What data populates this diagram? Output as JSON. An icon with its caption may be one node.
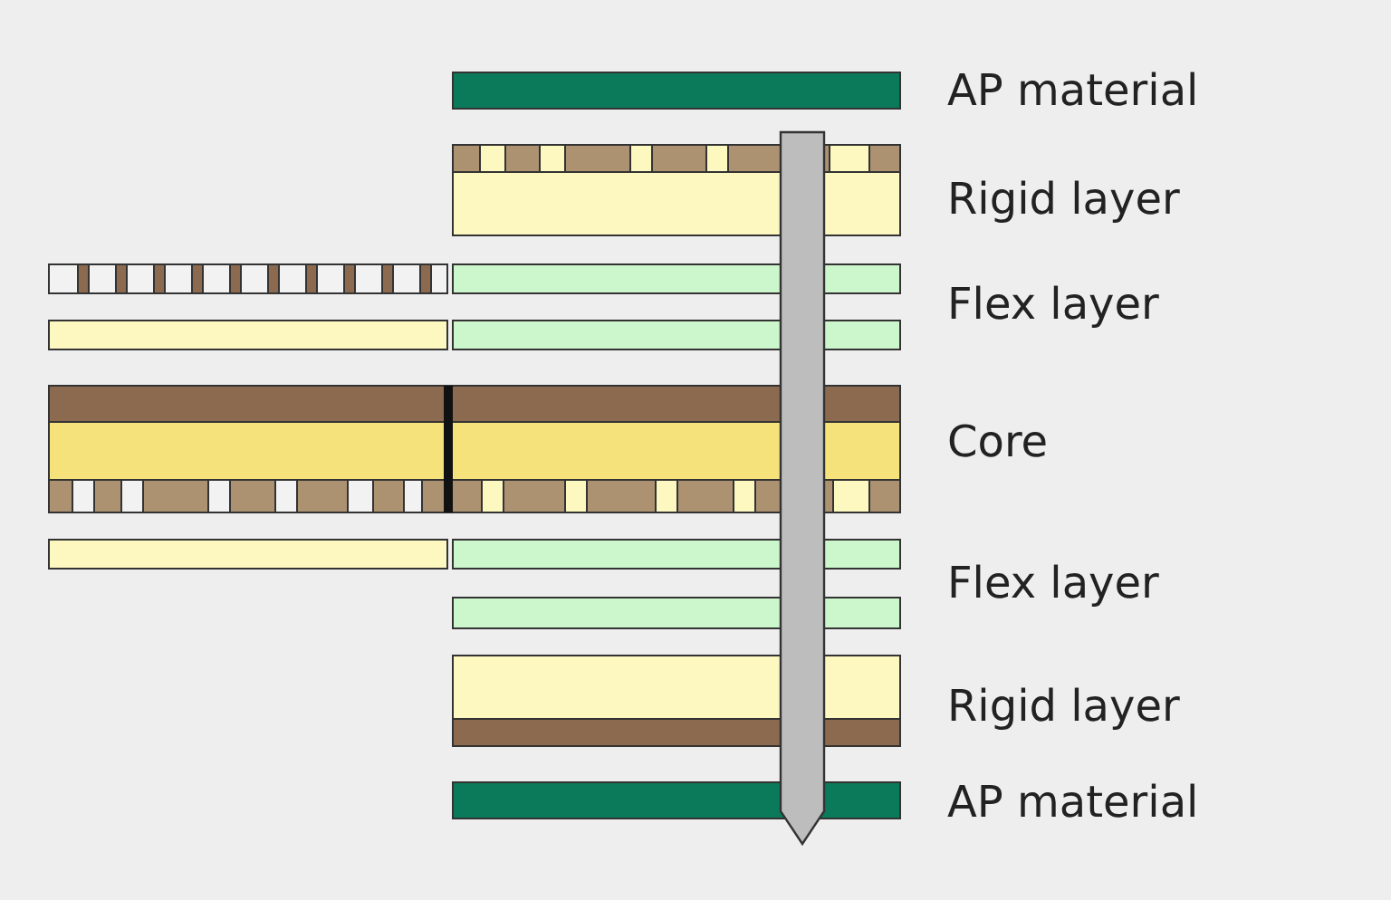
{
  "diagram": {
    "labels": [
      "AP material",
      "Rigid layer",
      "Flex layer",
      "Core",
      "Flex layer",
      "Rigid layer",
      "AP material"
    ]
  }
}
